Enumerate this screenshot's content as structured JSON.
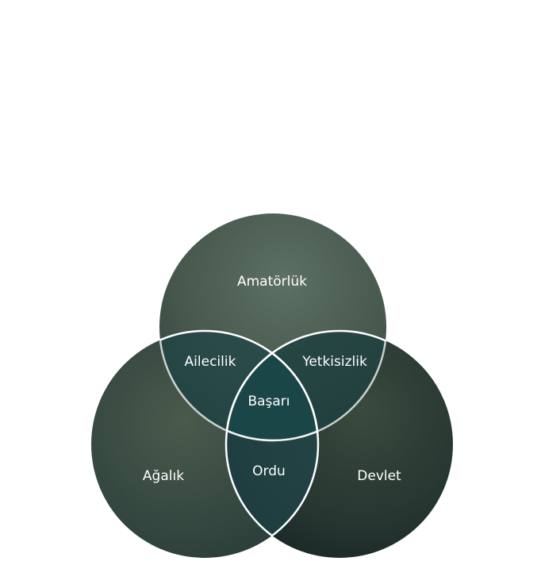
{
  "diagram": {
    "sets": [
      {
        "id": "top",
        "label": "Amatörlük"
      },
      {
        "id": "left",
        "label": "Ağalık"
      },
      {
        "id": "right",
        "label": "Devlet"
      }
    ],
    "intersections": {
      "top_left": "Ailecilik",
      "top_right": "Yetkisizlik",
      "left_right": "Ordu",
      "center": "Başarı"
    }
  },
  "colors": {
    "circle_base": "#2d4440",
    "circle_light": "#5a6e60",
    "circle_dark": "#152326",
    "overlap": "#1e4a4c",
    "stroke": "#ffffff",
    "text": "#ffffff"
  }
}
